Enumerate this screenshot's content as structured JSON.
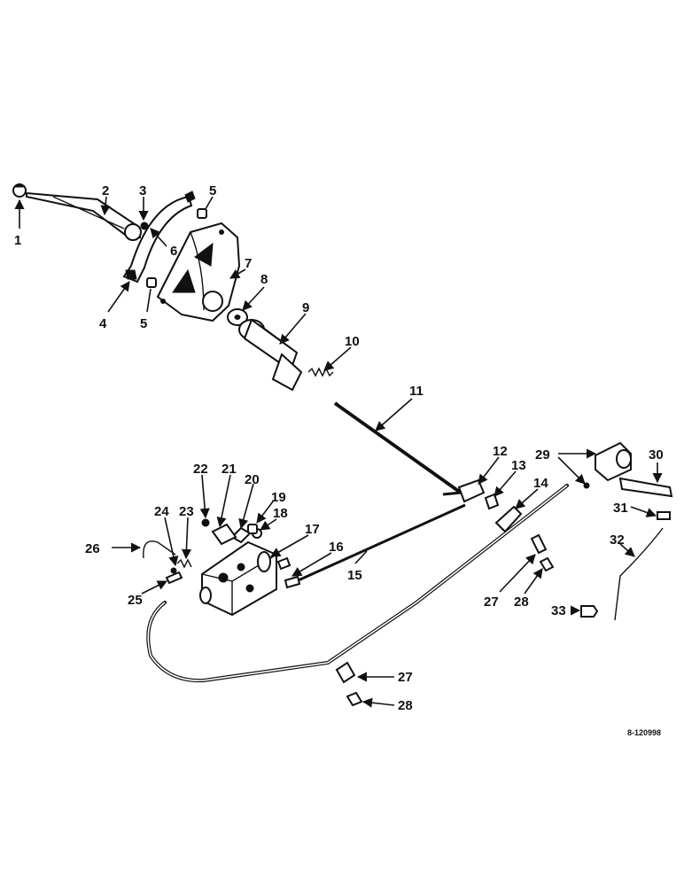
{
  "diagram": {
    "plate_number": "8-120998",
    "callouts": {
      "c1": "1",
      "c2": "2",
      "c3": "3",
      "c4": "4",
      "c5a": "5",
      "c5b": "5",
      "c6": "6",
      "c7": "7",
      "c8": "8",
      "c9": "9",
      "c10": "10",
      "c11": "11",
      "c12": "12",
      "c13": "13",
      "c14": "14",
      "c15": "15",
      "c16": "16",
      "c17": "17",
      "c18": "18",
      "c19": "19",
      "c20": "20",
      "c21": "21",
      "c22": "22",
      "c23": "23",
      "c24": "24",
      "c25": "25",
      "c26": "26",
      "c27a": "27",
      "c27b": "27",
      "c28a": "28",
      "c28b": "28",
      "c29": "29",
      "c30": "30",
      "c31": "31",
      "c32": "32",
      "c33": "33"
    }
  }
}
